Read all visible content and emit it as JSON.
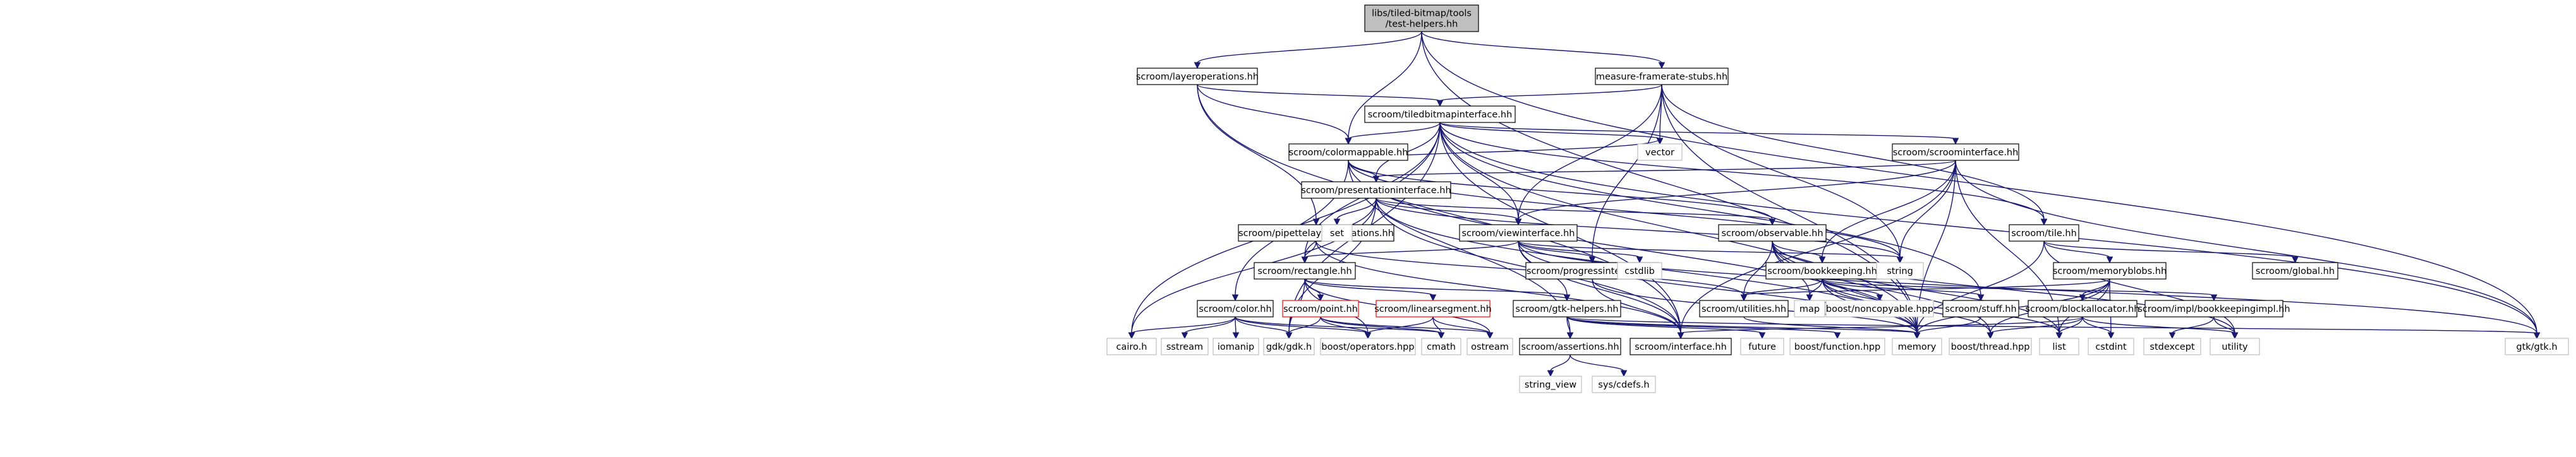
{
  "colors": {
    "edge": "#191970",
    "root_fill": "#bfbfbf",
    "node_border": "#000000",
    "system_border": "#bfbfbf",
    "undocumented_border": "#ff0000"
  },
  "nodes": [
    {
      "id": "root",
      "lines": [
        "libs/tiled-bitmap/tools",
        "/test-helpers.hh"
      ],
      "kind": "root"
    },
    {
      "id": "layerops",
      "lines": [
        "scroom/layeroperations.hh"
      ],
      "kind": "local"
    },
    {
      "id": "measure",
      "lines": [
        "measure-framerate-stubs.hh"
      ],
      "kind": "local"
    },
    {
      "id": "tbi",
      "lines": [
        "scroom/tiledbitmapinterface.hh"
      ],
      "kind": "local"
    },
    {
      "id": "colormappable",
      "lines": [
        "scroom/colormappable.hh"
      ],
      "kind": "local"
    },
    {
      "id": "scroominterface",
      "lines": [
        "scroom/scroominterface.hh"
      ],
      "kind": "local"
    },
    {
      "id": "presentation",
      "lines": [
        "scroom/presentationinterface.hh"
      ],
      "kind": "local"
    },
    {
      "id": "pipette",
      "lines": [
        "scroom/pipettelayeroperations.hh"
      ],
      "kind": "local"
    },
    {
      "id": "viewinterface",
      "lines": [
        "scroom/viewinterface.hh"
      ],
      "kind": "local"
    },
    {
      "id": "observable",
      "lines": [
        "scroom/observable.hh"
      ],
      "kind": "local"
    },
    {
      "id": "tile",
      "lines": [
        "scroom/tile.hh"
      ],
      "kind": "local"
    },
    {
      "id": "rectangle",
      "lines": [
        "scroom/rectangle.hh"
      ],
      "kind": "local"
    },
    {
      "id": "progress",
      "lines": [
        "scroom/progressinterface.hh"
      ],
      "kind": "local"
    },
    {
      "id": "bookkeeping",
      "lines": [
        "scroom/bookkeeping.hh"
      ],
      "kind": "local"
    },
    {
      "id": "memoryblobs",
      "lines": [
        "scroom/memoryblobs.hh"
      ],
      "kind": "local"
    },
    {
      "id": "global",
      "lines": [
        "scroom/global.hh"
      ],
      "kind": "local"
    },
    {
      "id": "color",
      "lines": [
        "scroom/color.hh"
      ],
      "kind": "local"
    },
    {
      "id": "point",
      "lines": [
        "scroom/point.hh"
      ],
      "kind": "undoc"
    },
    {
      "id": "linearsegment",
      "lines": [
        "scroom/linearsegment.hh"
      ],
      "kind": "undoc"
    },
    {
      "id": "gtkhelpers",
      "lines": [
        "scroom/gtk-helpers.hh"
      ],
      "kind": "local"
    },
    {
      "id": "utilities",
      "lines": [
        "scroom/utilities.hh"
      ],
      "kind": "local"
    },
    {
      "id": "stuff",
      "lines": [
        "scroom/stuff.hh"
      ],
      "kind": "local"
    },
    {
      "id": "blockallocator",
      "lines": [
        "scroom/blockallocator.hh"
      ],
      "kind": "local"
    },
    {
      "id": "bookkeepingimpl",
      "lines": [
        "scroom/impl/bookkeepingimpl.hh"
      ],
      "kind": "local"
    },
    {
      "id": "assertions",
      "lines": [
        "scroom/assertions.hh"
      ],
      "kind": "local"
    },
    {
      "id": "interface",
      "lines": [
        "scroom/interface.hh"
      ],
      "kind": "local"
    },
    {
      "id": "vector",
      "lines": [
        "vector"
      ],
      "kind": "system"
    },
    {
      "id": "set",
      "lines": [
        "set"
      ],
      "kind": "system"
    },
    {
      "id": "string",
      "lines": [
        "string"
      ],
      "kind": "system"
    },
    {
      "id": "cstdlib",
      "lines": [
        "cstdlib"
      ],
      "kind": "system"
    },
    {
      "id": "map",
      "lines": [
        "map"
      ],
      "kind": "system"
    },
    {
      "id": "noncopyable",
      "lines": [
        "boost/noncopyable.hpp"
      ],
      "kind": "system"
    },
    {
      "id": "list",
      "lines": [
        "list"
      ],
      "kind": "system"
    },
    {
      "id": "thread",
      "lines": [
        "boost/thread.hpp"
      ],
      "kind": "system"
    },
    {
      "id": "memory",
      "lines": [
        "memory"
      ],
      "kind": "system"
    },
    {
      "id": "cstdint",
      "lines": [
        "cstdint"
      ],
      "kind": "system"
    },
    {
      "id": "stdexcept",
      "lines": [
        "stdexcept"
      ],
      "kind": "system"
    },
    {
      "id": "utility",
      "lines": [
        "utility"
      ],
      "kind": "system"
    },
    {
      "id": "gtk",
      "lines": [
        "gtk/gtk.h"
      ],
      "kind": "system"
    },
    {
      "id": "cairo",
      "lines": [
        "cairo.h"
      ],
      "kind": "system"
    },
    {
      "id": "sstream",
      "lines": [
        "sstream"
      ],
      "kind": "system"
    },
    {
      "id": "iomanip",
      "lines": [
        "iomanip"
      ],
      "kind": "system"
    },
    {
      "id": "gdk",
      "lines": [
        "gdk/gdk.h"
      ],
      "kind": "system"
    },
    {
      "id": "operators",
      "lines": [
        "boost/operators.hpp"
      ],
      "kind": "system"
    },
    {
      "id": "cmath",
      "lines": [
        "cmath"
      ],
      "kind": "system"
    },
    {
      "id": "ostream",
      "lines": [
        "ostream"
      ],
      "kind": "system"
    },
    {
      "id": "future",
      "lines": [
        "future"
      ],
      "kind": "system"
    },
    {
      "id": "function",
      "lines": [
        "boost/function.hpp"
      ],
      "kind": "system"
    },
    {
      "id": "string_view",
      "lines": [
        "string_view"
      ],
      "kind": "system"
    },
    {
      "id": "syscdefs",
      "lines": [
        "sys/cdefs.h"
      ],
      "kind": "system"
    }
  ],
  "edges": [
    [
      "root",
      "layerops"
    ],
    [
      "root",
      "measure"
    ],
    [
      "root",
      "colormappable"
    ],
    [
      "root",
      "memory"
    ],
    [
      "root",
      "gtk"
    ],
    [
      "layerops",
      "tbi"
    ],
    [
      "layerops",
      "colormappable"
    ],
    [
      "layerops",
      "pipette"
    ],
    [
      "layerops",
      "interface"
    ],
    [
      "measure",
      "tbi"
    ],
    [
      "measure",
      "viewinterface"
    ],
    [
      "measure",
      "progress"
    ],
    [
      "measure",
      "tile"
    ],
    [
      "measure",
      "vector"
    ],
    [
      "measure",
      "string"
    ],
    [
      "measure",
      "memory"
    ],
    [
      "tbi",
      "colormappable"
    ],
    [
      "tbi",
      "scroominterface"
    ],
    [
      "tbi",
      "presentation"
    ],
    [
      "tbi",
      "viewinterface"
    ],
    [
      "tbi",
      "rectangle"
    ],
    [
      "tbi",
      "tile"
    ],
    [
      "tbi",
      "stuff"
    ],
    [
      "tbi",
      "vector"
    ],
    [
      "tbi",
      "memory"
    ],
    [
      "tbi",
      "gtk"
    ],
    [
      "tbi",
      "cairo"
    ],
    [
      "tbi",
      "gdk"
    ],
    [
      "tbi",
      "interface"
    ],
    [
      "colormappable",
      "presentation"
    ],
    [
      "colormappable",
      "observable"
    ],
    [
      "colormappable",
      "color"
    ],
    [
      "colormappable",
      "assertions"
    ],
    [
      "colormappable",
      "vector"
    ],
    [
      "colormappable",
      "string"
    ],
    [
      "colormappable",
      "memory"
    ],
    [
      "scroominterface",
      "presentation"
    ],
    [
      "scroominterface",
      "viewinterface"
    ],
    [
      "scroominterface",
      "bookkeeping"
    ],
    [
      "scroominterface",
      "string"
    ],
    [
      "scroominterface",
      "list"
    ],
    [
      "scroominterface",
      "memory"
    ],
    [
      "scroominterface",
      "gtk"
    ],
    [
      "scroominterface",
      "interface"
    ],
    [
      "presentation",
      "viewinterface"
    ],
    [
      "presentation",
      "observable"
    ],
    [
      "presentation",
      "rectangle"
    ],
    [
      "presentation",
      "set"
    ],
    [
      "presentation",
      "string"
    ],
    [
      "presentation",
      "memory"
    ],
    [
      "presentation",
      "cairo"
    ],
    [
      "presentation",
      "gdk"
    ],
    [
      "presentation",
      "interface"
    ],
    [
      "pipette",
      "rectangle"
    ],
    [
      "pipette",
      "utilities"
    ],
    [
      "pipette",
      "interface"
    ],
    [
      "viewinterface",
      "rectangle"
    ],
    [
      "viewinterface",
      "progress"
    ],
    [
      "viewinterface",
      "gtkhelpers"
    ],
    [
      "viewinterface",
      "string"
    ],
    [
      "viewinterface",
      "cstdlib"
    ],
    [
      "viewinterface",
      "memory"
    ],
    [
      "viewinterface",
      "interface"
    ],
    [
      "viewinterface",
      "gtk"
    ],
    [
      "observable",
      "bookkeeping"
    ],
    [
      "observable",
      "utilities"
    ],
    [
      "observable",
      "map"
    ],
    [
      "observable",
      "list"
    ],
    [
      "observable",
      "memory"
    ],
    [
      "observable",
      "thread"
    ],
    [
      "observable",
      "utility"
    ],
    [
      "tile",
      "memoryblobs"
    ],
    [
      "tile",
      "global"
    ],
    [
      "tile",
      "memory"
    ],
    [
      "tile",
      "utility"
    ],
    [
      "rectangle",
      "point"
    ],
    [
      "rectangle",
      "linearsegment"
    ],
    [
      "rectangle",
      "gtkhelpers"
    ],
    [
      "rectangle",
      "ostream"
    ],
    [
      "rectangle",
      "gdk"
    ],
    [
      "rectangle",
      "operators"
    ],
    [
      "progress",
      "memory"
    ],
    [
      "progress",
      "interface"
    ],
    [
      "bookkeeping",
      "utilities"
    ],
    [
      "bookkeeping",
      "bookkeepingimpl"
    ],
    [
      "bookkeeping",
      "map"
    ],
    [
      "bookkeeping",
      "noncopyable"
    ],
    [
      "bookkeeping",
      "list"
    ],
    [
      "bookkeeping",
      "thread"
    ],
    [
      "bookkeeping",
      "memory"
    ],
    [
      "bookkeeping",
      "stuff"
    ],
    [
      "memoryblobs",
      "blockallocator"
    ],
    [
      "memoryblobs",
      "utilities"
    ],
    [
      "memoryblobs",
      "list"
    ],
    [
      "memoryblobs",
      "thread"
    ],
    [
      "memoryblobs",
      "memory"
    ],
    [
      "memoryblobs",
      "cstdint"
    ],
    [
      "color",
      "cairo"
    ],
    [
      "color",
      "sstream"
    ],
    [
      "color",
      "iomanip"
    ],
    [
      "color",
      "gdk"
    ],
    [
      "color",
      "operators"
    ],
    [
      "color",
      "cmath"
    ],
    [
      "point",
      "gdk"
    ],
    [
      "point",
      "operators"
    ],
    [
      "point",
      "cmath"
    ],
    [
      "point",
      "ostream"
    ],
    [
      "linearsegment",
      "operators"
    ],
    [
      "linearsegment",
      "cmath"
    ],
    [
      "linearsegment",
      "ostream"
    ],
    [
      "gtkhelpers",
      "assertions"
    ],
    [
      "gtkhelpers",
      "future"
    ],
    [
      "gtkhelpers",
      "function"
    ],
    [
      "gtkhelpers",
      "memory"
    ],
    [
      "gtkhelpers",
      "gtk"
    ],
    [
      "utilities",
      "memory"
    ],
    [
      "stuff",
      "memory"
    ],
    [
      "blockallocator",
      "interface"
    ],
    [
      "blockallocator",
      "list"
    ],
    [
      "blockallocator",
      "thread"
    ],
    [
      "blockallocator",
      "cstdint"
    ],
    [
      "blockallocator",
      "utility"
    ],
    [
      "bookkeepingimpl",
      "stdexcept"
    ],
    [
      "bookkeepingimpl",
      "utility"
    ],
    [
      "assertions",
      "string_view"
    ],
    [
      "assertions",
      "syscdefs"
    ]
  ]
}
